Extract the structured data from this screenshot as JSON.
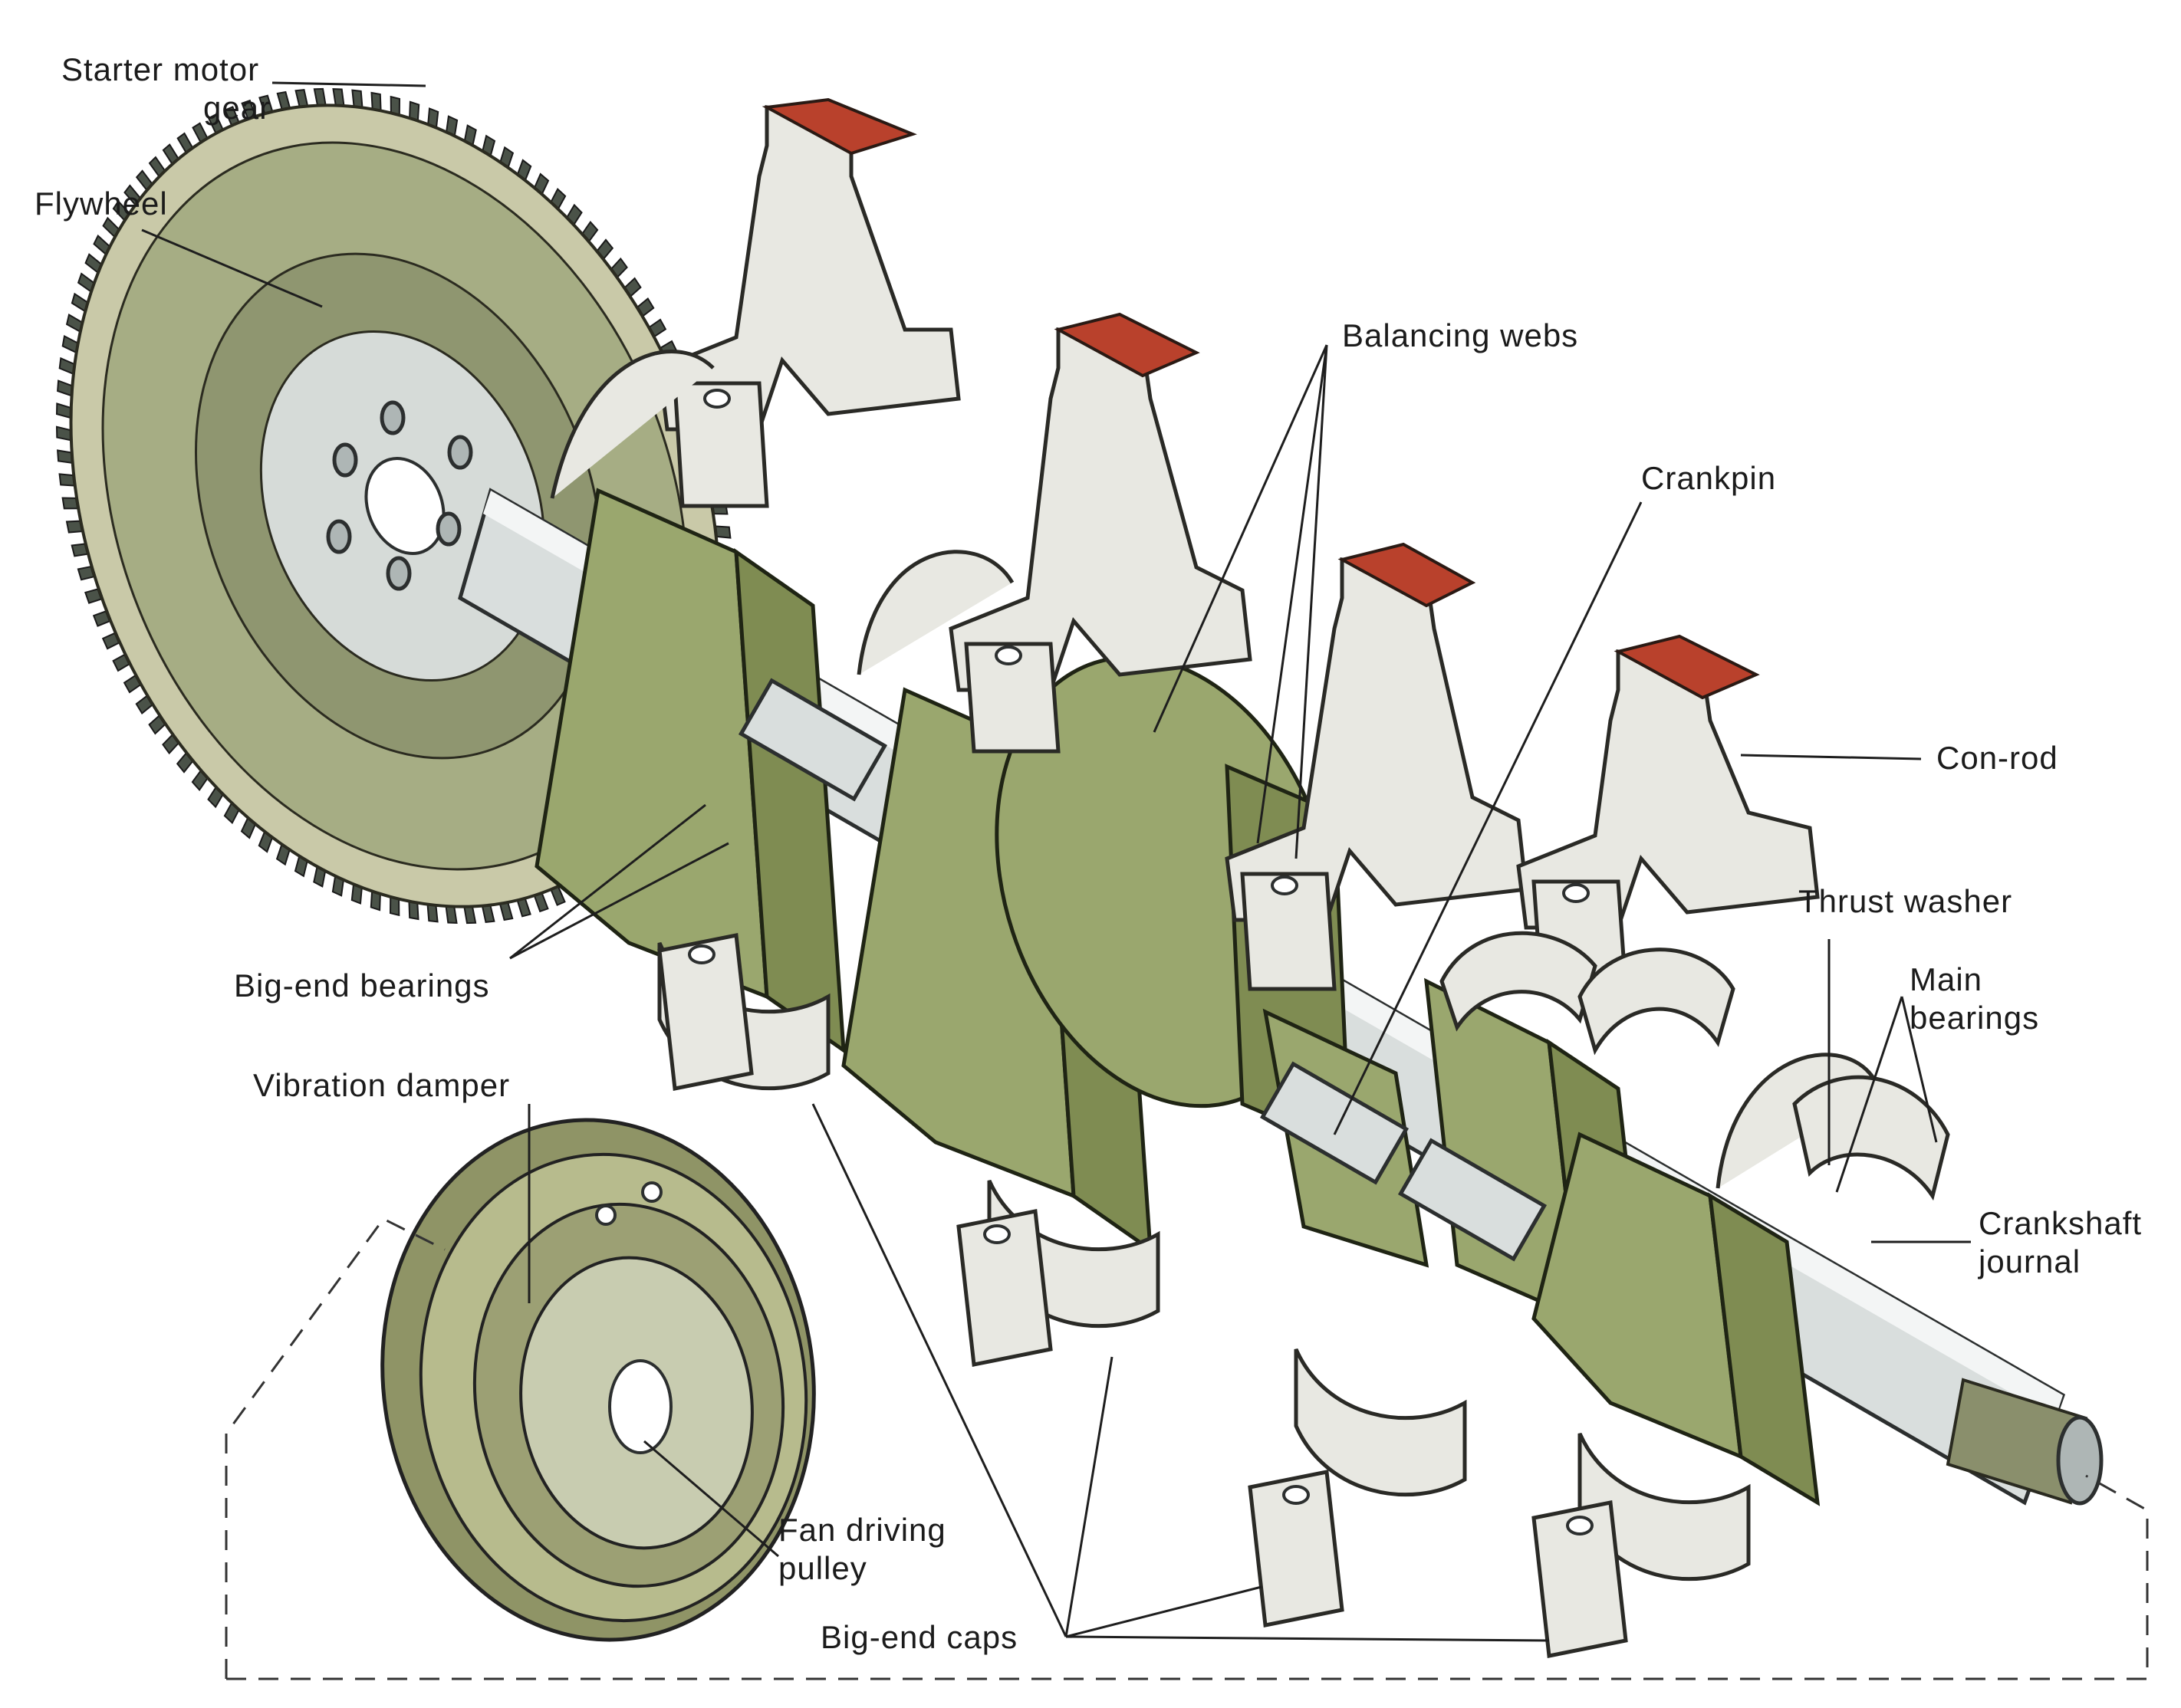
{
  "labels": {
    "starter_motor_gear_l1": "Starter motor",
    "starter_motor_gear_l2": "gear",
    "flywheel": "Flywheel",
    "balancing_webs": "Balancing  webs",
    "crankpin": "Crankpin",
    "con_rod": "Con-rod",
    "thrust_washer": "Thrust  washer",
    "main_bearings_l1": "Main",
    "main_bearings_l2": "bearings",
    "crankshaft_journal_l1": "Crankshaft",
    "crankshaft_journal_l2": "journal",
    "big_end_bearings": "Big-end  bearings",
    "vibration_damper": "Vibration  damper",
    "fan_driving_pulley_l1": "Fan driving",
    "fan_driving_pulley_l2": "pulley",
    "big_end_caps": "Big-end  caps"
  },
  "colors": {
    "olive": "#9aa76e",
    "steel": "#d9dedd",
    "rod_top_red": "#b9412c",
    "gear_teeth": "#4a5248"
  }
}
